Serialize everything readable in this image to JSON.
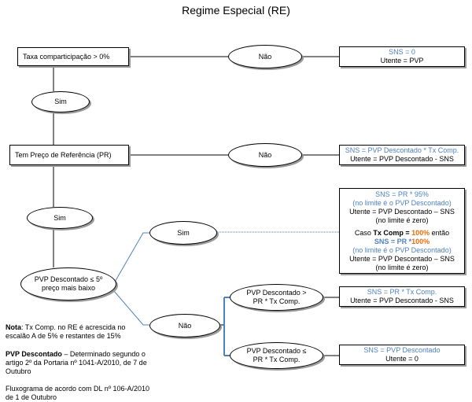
{
  "title": "Regime Especial (RE)",
  "nodes": {
    "taxa": "Taxa comparticipação > 0%",
    "nao1": "Não",
    "res1_l1": "SNS = 0",
    "res1_l2": "Utente = PVP",
    "sim1": "Sim",
    "preco": "Tem Preço de Referência (PR)",
    "nao2": "Não",
    "res2_l1": "SNS = PVP Descontado * Tx Comp.",
    "res2_l2": "Utente = PVP Descontado - SNS",
    "sim2": "Sim",
    "pvp5_l1": "PVP Descontado ≤ 5º",
    "pvp5_l2": "preço mais baixo",
    "sim3": "Sim",
    "nao3": "Não",
    "res3": {
      "l1": "SNS = PR * 95%",
      "l2": "(no limite é o PVP Descontado)",
      "l3": "Utente = PVP Descontado – SNS",
      "l4": "(no limite é zero)",
      "l5_pre": "Caso ",
      "l5_bold": "Tx Comp = ",
      "l5_orange": "100%",
      "l5_post": " então",
      "l6_pre": "SNS = PR *",
      "l6_orange": "100%",
      "l7": "(no limite é o PVP Descontado)",
      "l8": "Utente = PVP Descontado – SNS",
      "l9": "(no limite é zero)"
    },
    "gt_l1": "PVP Descontado >",
    "gt_l2": "PR * Tx Comp.",
    "res4_l1": "SNS = PR * Tx Comp.",
    "res4_l2": "Utente = PVP Descontado - SNS",
    "le_l1": "PVP Descontado ≤",
    "le_l2": "PR * Tx Comp.",
    "res5_l1": "SNS = PVP Descontado",
    "res5_l2": "Utente = 0"
  },
  "notes": {
    "nota_label": "Nota",
    "nota_text": ": Tx Comp. no RE é acrescida no escalão A de 5% e restantes de 15%",
    "pvp_label": "PVP Descontado",
    "pvp_text": " – Determinado segundo o artigo 2º da Portaria nº 1041-A/2010, de 7 de Outubro",
    "fluxo": "Fluxograma de acordo com DL nº 106-A/2010 de 1 de Outubro"
  },
  "colors": {
    "blue": "#4f81bd",
    "orange": "#e46c0a",
    "connector": "#000000"
  }
}
